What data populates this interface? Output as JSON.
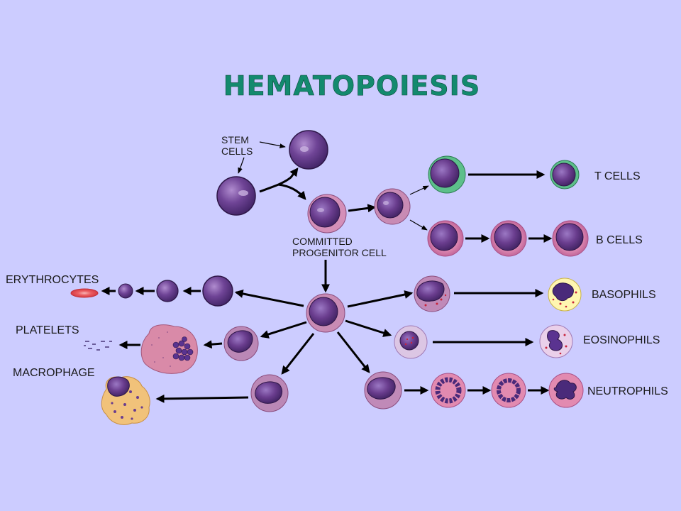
{
  "diagram": {
    "title": "HEMATOPOIESIS",
    "labels": {
      "stem": "STEM",
      "cells": "CELLS",
      "committed": "COMMITTED",
      "progenitor": "PROGENITOR CELL",
      "t_cells": "T  CELLS",
      "b_cells": "B  CELLS",
      "basophils": "BASOPHILS",
      "eosinophils": "EOSINOPHILS",
      "neutrophils": "NEUTROPHILS",
      "erythrocytes": "ERYTHROCYTES",
      "platelets": "PLATELETS",
      "macrophage": "MACROPHAGE"
    },
    "colors": {
      "background": "#ccccff",
      "title": "#138a6e",
      "cell_purple": "#6a3d8e",
      "t_halo": "#5cbf8a",
      "b_halo": "#e07aa6",
      "erythrocyte": "#e8484e",
      "macrophage": "#f1c27a",
      "basophil_bg": "#fff6b0",
      "eosinophil_bg": "#ead0ea"
    }
  }
}
